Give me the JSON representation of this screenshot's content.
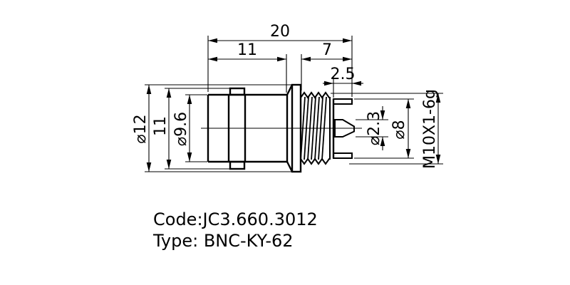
{
  "drawing": {
    "dimensions": {
      "overall_length": "20",
      "body_length": "11",
      "thread_length": "7",
      "slot_length": "2.5",
      "flange_diameter": "⌀12",
      "lug_span": "11",
      "body_diameter": "⌀9.6",
      "contact_diameter": "⌀2.3",
      "shell_diameter": "⌀8",
      "thread_spec": "M10X1-6g"
    },
    "notes": {
      "code": "Code:JC3.660.3012",
      "type": "Type: BNC-KY-62"
    },
    "colors": {
      "line": "#000000",
      "background": "#ffffff"
    }
  }
}
